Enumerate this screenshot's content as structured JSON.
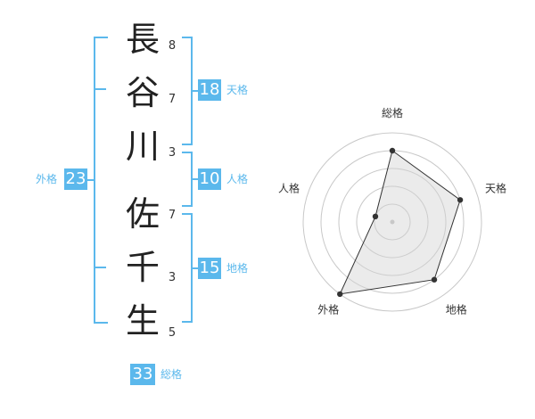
{
  "name": {
    "chars": [
      {
        "char": "長",
        "strokes": "8"
      },
      {
        "char": "谷",
        "strokes": "7"
      },
      {
        "char": "川",
        "strokes": "3"
      },
      {
        "char": "佐",
        "strokes": "7"
      },
      {
        "char": "千",
        "strokes": "3"
      },
      {
        "char": "生",
        "strokes": "5"
      }
    ]
  },
  "kaku": {
    "tenkaku": {
      "value": "18",
      "label": "天格"
    },
    "jinkaku": {
      "value": "10",
      "label": "人格"
    },
    "chikaku": {
      "value": "15",
      "label": "地格"
    },
    "gaikaku": {
      "value": "23",
      "label": "外格"
    },
    "soukaku": {
      "value": "33",
      "label": "総格"
    }
  },
  "chart_data": {
    "type": "radar",
    "axes": [
      "総格",
      "天格",
      "地格",
      "外格",
      "人格"
    ],
    "values": [
      4,
      4,
      4,
      5,
      1
    ],
    "max": 5,
    "rings": 5
  },
  "colors": {
    "accent": "#5bb8ec"
  }
}
